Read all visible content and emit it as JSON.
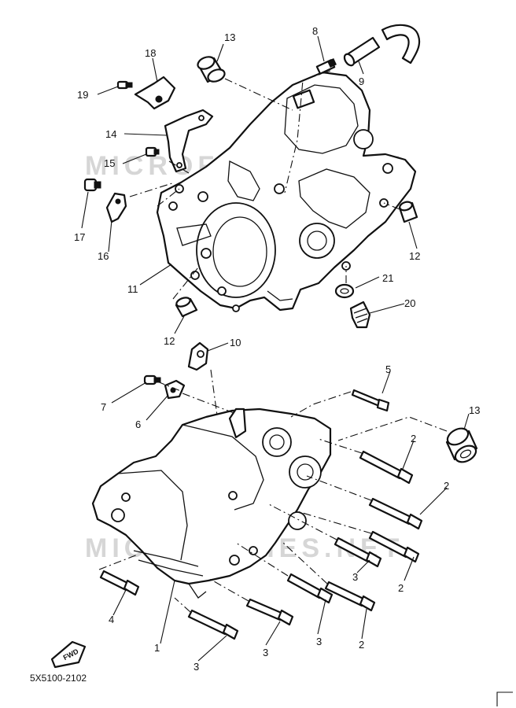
{
  "watermark": "MICROFICHES.NET",
  "diagram_code": "5X5100-2102",
  "fwd_label": "FWD",
  "callouts": {
    "c1": "1",
    "c2a": "2",
    "c2b": "2",
    "c2c": "2",
    "c2d": "2",
    "c3a": "3",
    "c3b": "3",
    "c3c": "3",
    "c3d": "3",
    "c4": "4",
    "c5": "5",
    "c6": "6",
    "c7": "7",
    "c8": "8",
    "c9": "9",
    "c10": "10",
    "c11": "11",
    "c12a": "12",
    "c12b": "12",
    "c13a": "13",
    "c13b": "13",
    "c14": "14",
    "c15": "15",
    "c16": "16",
    "c17": "17",
    "c18": "18",
    "c19": "19",
    "c20": "20",
    "c21": "21"
  }
}
